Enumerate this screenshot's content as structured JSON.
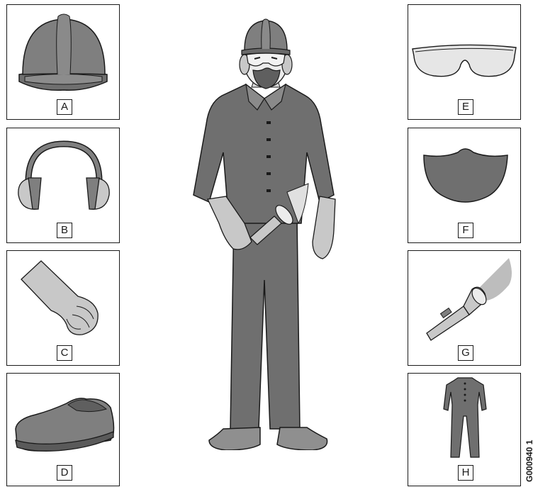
{
  "labels": {
    "hard_hat": "A",
    "ear_defenders": "B",
    "gloves": "C",
    "safety_shoes": "D",
    "safety_glasses": "E",
    "face_mask": "F",
    "flashlight": "G",
    "coveralls": "H"
  },
  "figure_code": "G000940 1",
  "colors": {
    "item_gray": "#7f7f7f",
    "light_gray": "#c8c8c8",
    "outline": "#1a1a1a"
  }
}
